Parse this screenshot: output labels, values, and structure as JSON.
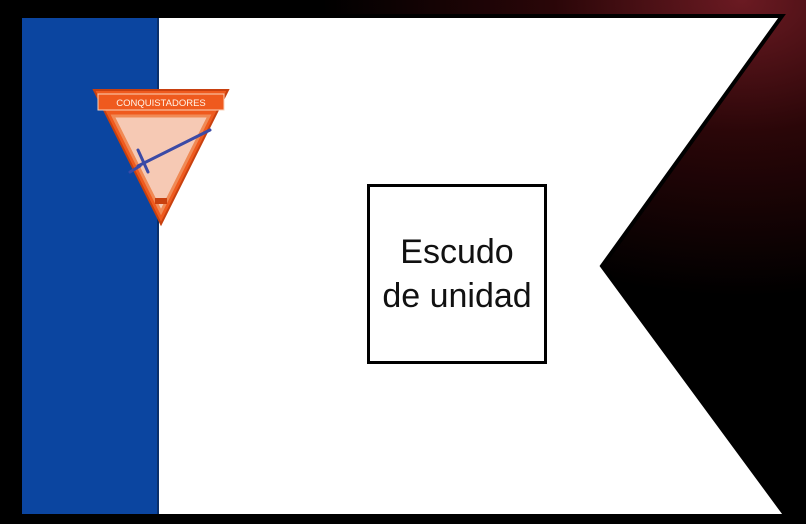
{
  "flag": {
    "hoist_color": "#0b45a0",
    "field_color": "#ffffff",
    "outline_color": "#000000"
  },
  "emblem": {
    "banner_text": "CONQUISTADORES",
    "colors": {
      "outer": "#ef5a1e",
      "inner": "#f6c9b4",
      "sword": "#3b4aa6"
    }
  },
  "unit_shield": {
    "line1": "Escudo",
    "line2": "de unidad"
  }
}
